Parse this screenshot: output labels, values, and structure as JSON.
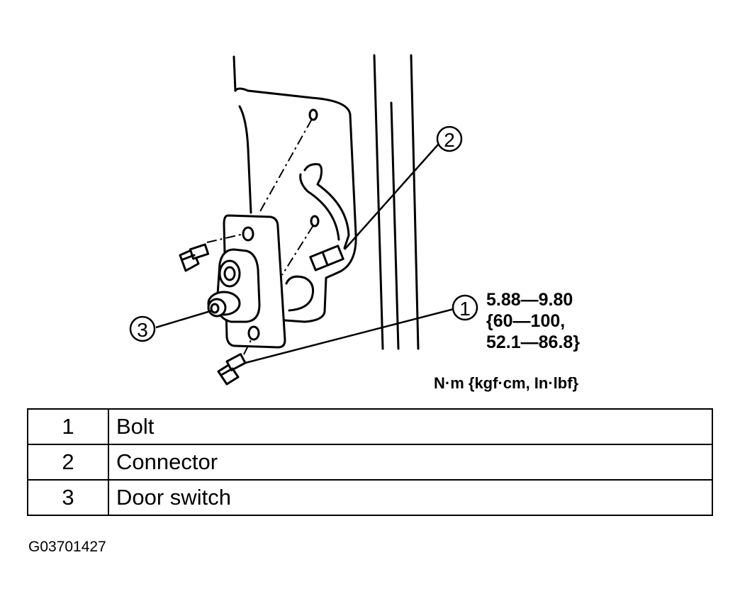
{
  "callouts": [
    "1",
    "2",
    "3"
  ],
  "torque": {
    "line1": "5.88—9.80",
    "line2": "{60—100,",
    "line3": "52.1—86.8}",
    "units": "N·m {kgf·cm, In·lbf}"
  },
  "legend": [
    {
      "num": "1",
      "name": "Bolt"
    },
    {
      "num": "2",
      "name": "Connector"
    },
    {
      "num": "3",
      "name": "Door switch"
    }
  ],
  "figure_code": "G03701427"
}
